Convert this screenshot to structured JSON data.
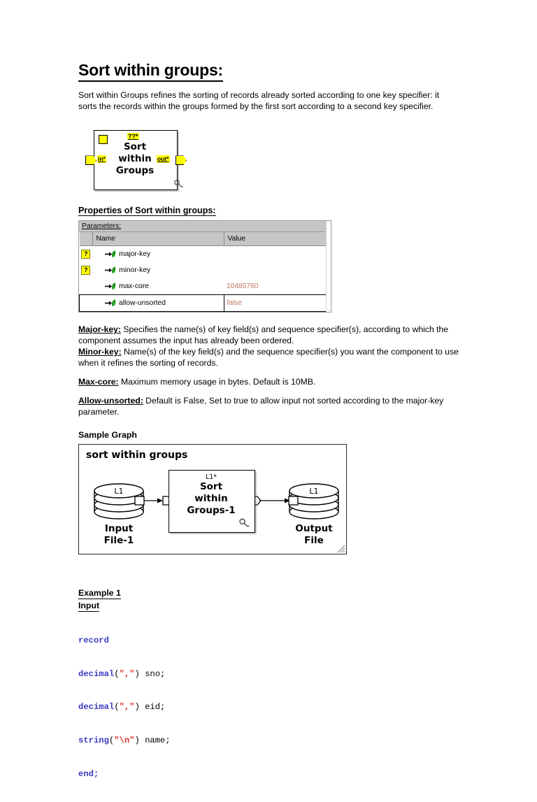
{
  "document": {
    "title": "Sort within groups:",
    "intro": "Sort within Groups refines the sorting of records already sorted according to one key specifier: it sorts the records within the groups formed by the first sort according to a second key specifier."
  },
  "component_icon": {
    "top_marker": "",
    "record_format_label": "??*",
    "title_lines": [
      "Sort",
      "within",
      "Groups"
    ],
    "in_port_label": "in*",
    "out_port_label": "out*",
    "magnifier_icon": "magnifier-icon"
  },
  "properties": {
    "heading": "Properties of Sort within groups:",
    "caption": "Parameters:",
    "columns": [
      "",
      "Name",
      "Value"
    ],
    "rows": [
      {
        "help": "?",
        "name": "major-key",
        "value": "",
        "selected": false
      },
      {
        "help": "?",
        "name": "minor-key",
        "value": "",
        "selected": false
      },
      {
        "help": "",
        "name": "max-core",
        "value": "10485760",
        "selected": false
      },
      {
        "help": "",
        "name": "allow-unsorted",
        "value": "false",
        "selected": true
      }
    ],
    "value_color": "#c0755c",
    "help_icon_color": "#ffff00"
  },
  "definitions": [
    {
      "term": "Major-key:",
      "text": " Specifies the name(s) of key field(s) and sequence specifier(s), according to which the component assumes the input has already been ordered."
    },
    {
      "term": "Minor-key:",
      "text": " Name(s) of the key field(s) and the sequence specifier(s) you want the component to use when it refines the sorting of records."
    },
    {
      "term": "Max-core:",
      "text": " Maximum memory usage in bytes. Default is 10MB."
    },
    {
      "term": "Allow-unsorted:",
      "text": " Default is False, Set to true to allow input not sorted according to the major-key parameter."
    }
  ],
  "sample_graph": {
    "heading": "Sample Graph",
    "canvas_label": "sort within groups",
    "input_node": {
      "disk_label": "L1",
      "name_line1": "Input",
      "name_line2": "File-1"
    },
    "sort_node": {
      "record_label": "L1*",
      "title_lines": [
        "Sort",
        "within",
        "Groups-1"
      ]
    },
    "output_node": {
      "disk_label": "L1",
      "name_line1": "Output",
      "name_line2": "File"
    }
  },
  "example": {
    "heading": "Example 1",
    "subheading": "Input",
    "code_lines": [
      [
        {
          "t": "record",
          "c": "kw"
        }
      ],
      [
        {
          "t": "decimal",
          "c": "kw"
        },
        {
          "t": "(",
          "c": "pun"
        },
        {
          "t": "\",\"",
          "c": "str"
        },
        {
          "t": ") sno;",
          "c": "pun"
        }
      ],
      [
        {
          "t": "decimal",
          "c": "kw"
        },
        {
          "t": "(",
          "c": "pun"
        },
        {
          "t": "\",\"",
          "c": "str"
        },
        {
          "t": ") eid;",
          "c": "pun"
        }
      ],
      [
        {
          "t": "string",
          "c": "kw"
        },
        {
          "t": "(",
          "c": "pun"
        },
        {
          "t": "\"\\n\"",
          "c": "str"
        },
        {
          "t": ") name;",
          "c": "pun"
        }
      ],
      [
        {
          "t": "end;",
          "c": "kw"
        }
      ]
    ],
    "keyword_color": "#3b3bc4",
    "string_color": "#e03030"
  }
}
